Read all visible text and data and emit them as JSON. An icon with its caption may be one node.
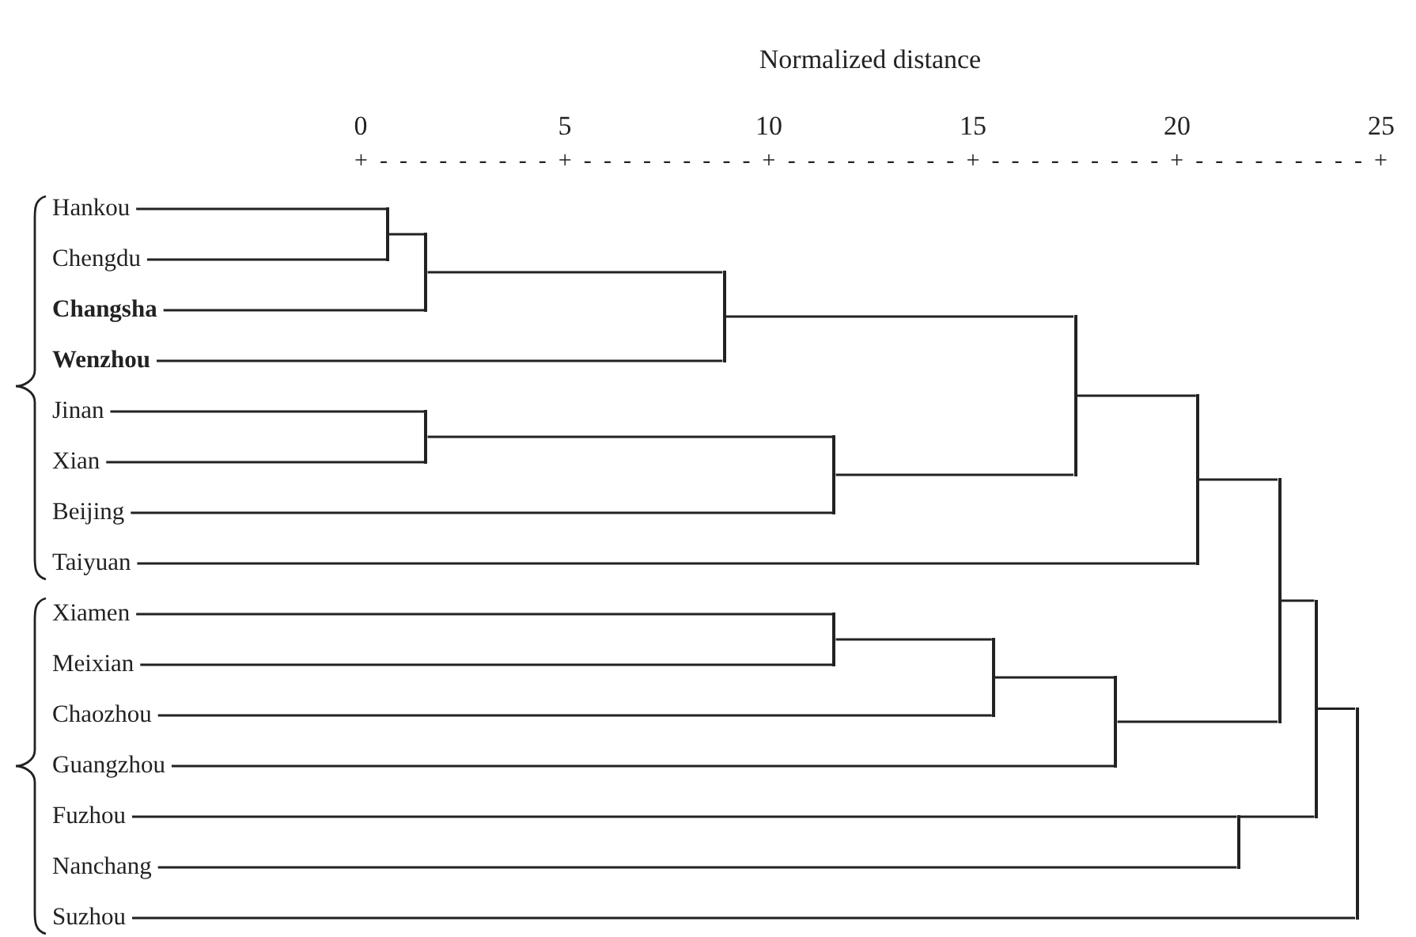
{
  "diagram": {
    "title": "Normalized distance",
    "nodes": [
      {
        "text": [
          "Hankou"
        ]
      },
      {
        "text": [
          "Chengdu"
        ]
      },
      {
        "text": [
          "Changsha"
        ]
      },
      {
        "text": [
          "Wenzhou"
        ]
      },
      {
        "text": [
          "Jinan"
        ]
      },
      {
        "text": [
          "Xian"
        ]
      },
      {
        "text": [
          "Beijing"
        ]
      },
      {
        "text": [
          "Taiyuan"
        ]
      },
      {
        "text": [
          "Xiamen"
        ]
      },
      {
        "text": [
          "Meixian"
        ]
      },
      {
        "text": [
          "Chaozhou"
        ]
      },
      {
        "text": [
          "Guangzhou"
        ]
      },
      {
        "text": [
          "Fuzhou"
        ]
      },
      {
        "text": [
          "Nanchang"
        ]
      },
      {
        "text": [
          "Suzhou"
        ]
      },
      {
        "text": [],
        "shape": "bar"
      },
      {
        "text": [],
        "shape": "bar"
      },
      {
        "text": [],
        "shape": "bar"
      },
      {
        "text": [],
        "shape": "bar"
      },
      {
        "text": [],
        "shape": "bar"
      },
      {
        "text": [],
        "shape": "bar"
      },
      {
        "text": [],
        "shape": "bar"
      },
      {
        "text": [],
        "shape": "bar"
      },
      {
        "text": [],
        "shape": "bar"
      },
      {
        "text": [],
        "shape": "bar"
      },
      {
        "text": [],
        "shape": "bar"
      },
      {
        "text": [],
        "shape": "bar"
      },
      {
        "text": [],
        "shape": "bar"
      },
      {
        "text": [],
        "shape": "bar"
      }
    ],
    "edges": [
      {
        "from": 0,
        "to": 15,
        "arrow": "none"
      },
      {
        "from": 1,
        "to": 15,
        "arrow": "none"
      },
      {
        "from": 15,
        "to": 16,
        "arrow": "none"
      },
      {
        "from": 2,
        "to": 16,
        "arrow": "none"
      },
      {
        "from": 16,
        "to": 17,
        "arrow": "none"
      },
      {
        "from": 3,
        "to": 17,
        "arrow": "none"
      },
      {
        "from": 4,
        "to": 18,
        "arrow": "none"
      },
      {
        "from": 5,
        "to": 18,
        "arrow": "none"
      },
      {
        "from": 18,
        "to": 19,
        "arrow": "none"
      },
      {
        "from": 6,
        "to": 19,
        "arrow": "none"
      },
      {
        "from": 17,
        "to": 20,
        "arrow": "none"
      },
      {
        "from": 19,
        "to": 20,
        "arrow": "none"
      },
      {
        "from": 20,
        "to": 21,
        "arrow": "none"
      },
      {
        "from": 7,
        "to": 21,
        "arrow": "none"
      },
      {
        "from": 8,
        "to": 22,
        "arrow": "none"
      },
      {
        "from": 9,
        "to": 22,
        "arrow": "none"
      },
      {
        "from": 22,
        "to": 23,
        "arrow": "none"
      },
      {
        "from": 10,
        "to": 23,
        "arrow": "none"
      },
      {
        "from": 23,
        "to": 24,
        "arrow": "none"
      },
      {
        "from": 11,
        "to": 24,
        "arrow": "none"
      },
      {
        "from": 21,
        "to": 25,
        "arrow": "none"
      },
      {
        "from": 24,
        "to": 25,
        "arrow": "none"
      },
      {
        "from": 12,
        "to": 26,
        "arrow": "none"
      },
      {
        "from": 13,
        "to": 26,
        "arrow": "none"
      },
      {
        "from": 25,
        "to": 27,
        "arrow": "none"
      },
      {
        "from": 26,
        "to": 27,
        "arrow": "none"
      },
      {
        "from": 27,
        "to": 28,
        "arrow": "none"
      },
      {
        "from": 14,
        "to": 28,
        "arrow": "none"
      }
    ],
    "labels": [
      "0",
      "5",
      "10",
      "15",
      "20",
      "25",
      "+---------+---------+---------+---------+---------+"
    ]
  }
}
